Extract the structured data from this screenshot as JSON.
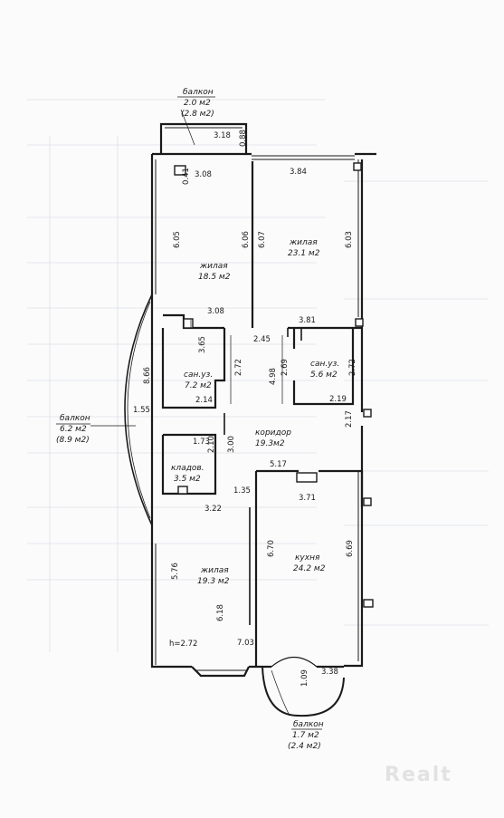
{
  "balconies": {
    "top": {
      "name": "балкон",
      "area": "2.0 м2",
      "area_full": "(2.8 м2)"
    },
    "left": {
      "name": "балкон",
      "area": "6.2 м2",
      "area_full": "(8.9 м2)"
    },
    "bottom": {
      "name": "балкон",
      "area": "1.7 м2",
      "area_full": "(2.4 м2)"
    }
  },
  "rooms": {
    "living1": {
      "name": "жилая",
      "area": "18.5 м2"
    },
    "living2": {
      "name": "жилая",
      "area": "23.1 м2"
    },
    "bath1": {
      "name": "сан.уз.",
      "area": "7.2 м2"
    },
    "bath2": {
      "name": "сан.уз.",
      "area": "5.6 м2"
    },
    "corridor": {
      "name": "коридор",
      "area": "19.3м2"
    },
    "storage": {
      "name": "кладов.",
      "area": "3.5 м2"
    },
    "kitchen": {
      "name": "кухня",
      "area": "24.2 м2"
    },
    "living3": {
      "name": "жилая",
      "area": "19.3 м2"
    }
  },
  "dimensions": {
    "d318": "3.18",
    "d088": "0.88",
    "d041": "0.41",
    "d308a": "3.08",
    "d384": "3.84",
    "d605": "6.05",
    "d606": "6.06",
    "d607": "6.07",
    "d603": "6.03",
    "d308b": "3.08",
    "d245": "2.45",
    "d381": "3.81",
    "d365": "3.65",
    "d866": "8.66",
    "d272a": "2.72",
    "d498": "4.98",
    "d269": "2.69",
    "d272b": "2.72",
    "d214": "2.14",
    "d219": "2.19",
    "d155": "1.55",
    "d217": "2.17",
    "d173": "1.73",
    "d210": "2.10",
    "d300": "3.00",
    "d517": "5.17",
    "d135": "1.35",
    "d371": "3.71",
    "d322": "3.22",
    "d576": "5.76",
    "d670": "6.70",
    "d669": "6.69",
    "d618": "6.18",
    "h272": "h=2.72",
    "d703": "7.03",
    "d109": "1.09",
    "d338": "3.38"
  },
  "watermark": "Realt"
}
